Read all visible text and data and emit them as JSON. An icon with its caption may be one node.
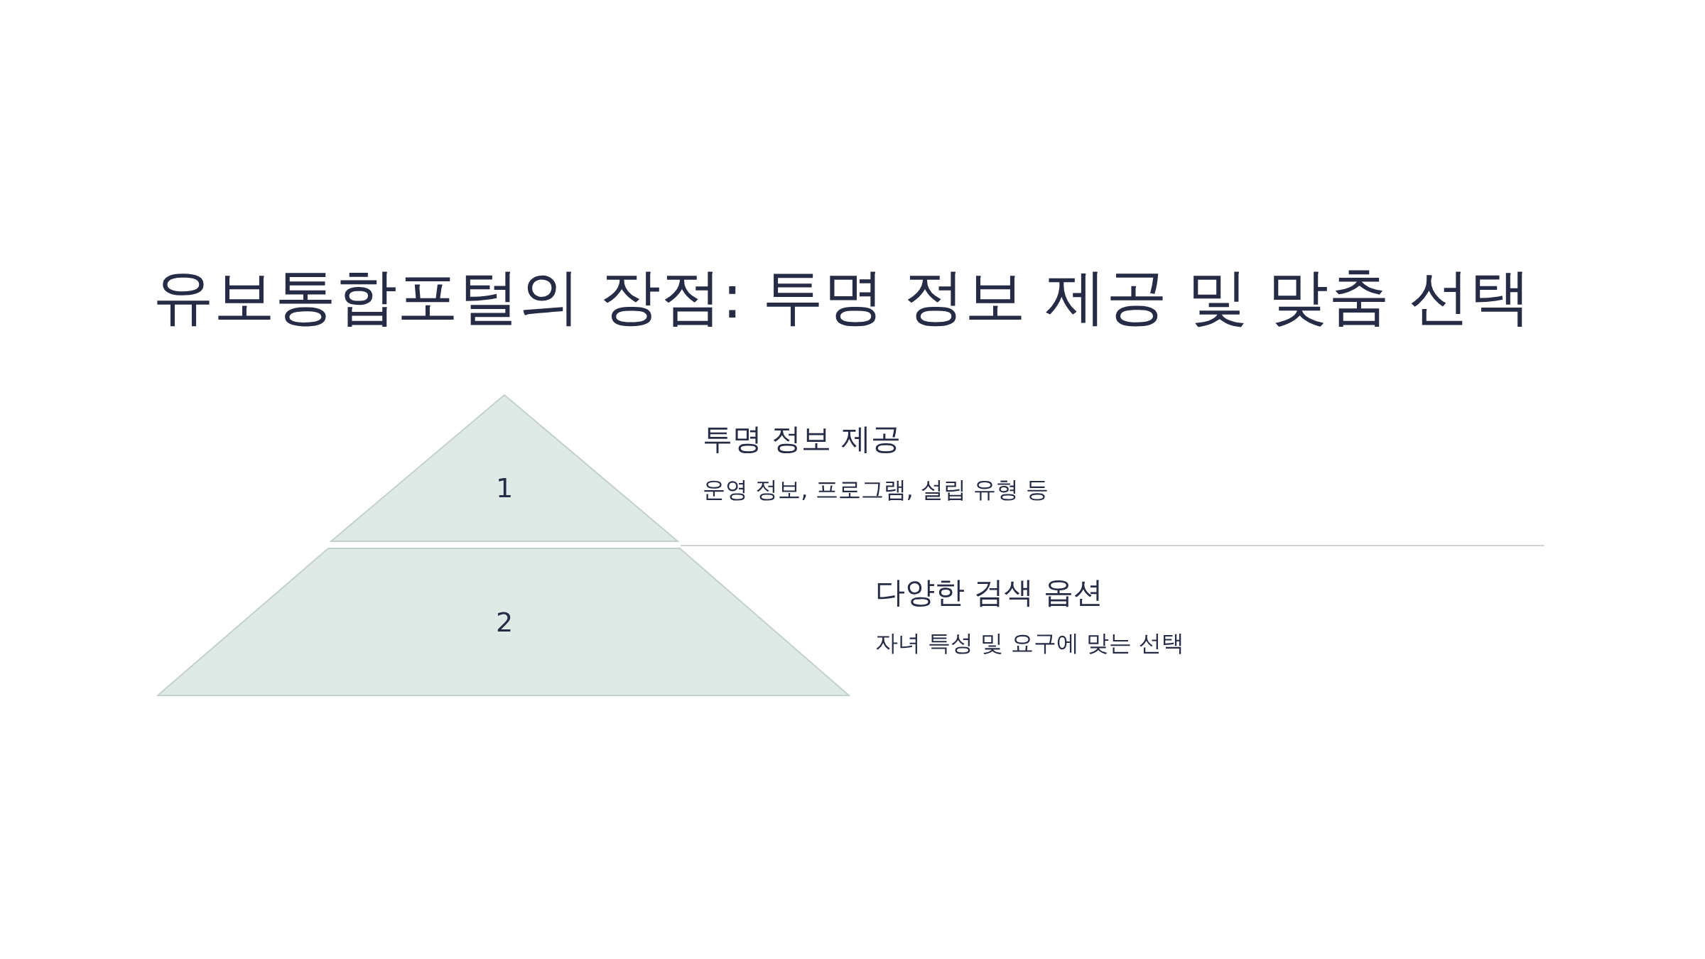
{
  "diagram": {
    "title": "유보통합포털의 장점: 투명 정보 제공 및 맞춤 선택",
    "nodes": [
      {
        "text": [
          "1"
        ],
        "beside": [
          "투명 정보 제공",
          "운영 정보, 프로그램, 설립 유형 등"
        ]
      },
      {
        "text": [
          "2"
        ],
        "beside": [
          "다양한 검색 옵션",
          "자녀 특성 및 요구에 맞는 선택"
        ]
      }
    ],
    "edges": []
  }
}
